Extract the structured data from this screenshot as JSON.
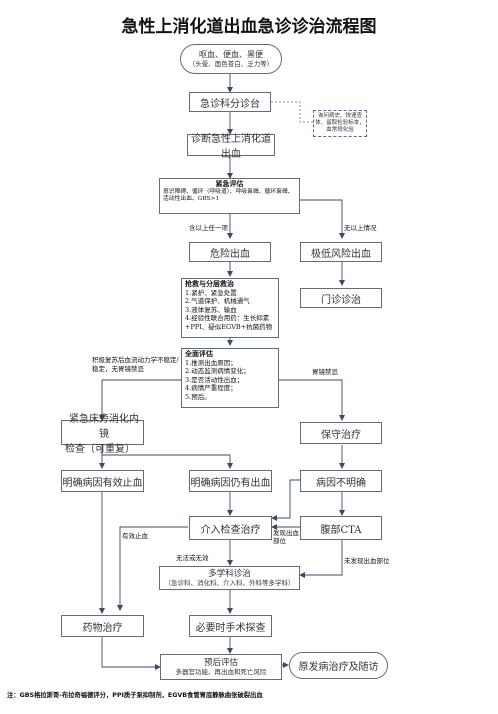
{
  "title": "急性上消化道出血急诊诊治流程图",
  "nodes": {
    "symptoms": {
      "line1": "呕血、便血、黑便",
      "line2": "（头晕、面色苍白、乏力等）"
    },
    "triage": "急诊科分诊台",
    "side_note": "询问病史、快速查体、留取检验标本，血常规化验",
    "diagnosis": "诊断急性上消化道出血",
    "urgent_eval": {
      "heading": "紧急评估",
      "text": "意识障碍、循环（呼吸道）、呼吸衰竭、循环衰竭、活动性出血、GBS>1"
    },
    "danger_bleed": "危险出血",
    "low_risk": "极低风险出血",
    "outpatient": "门诊诊治",
    "rescue": {
      "heading": "抢救与分层救治",
      "items": [
        "1.紧护、紧急处置",
        "2.气道保护、机械通气",
        "3.液体复苏、输血",
        "4.经验性联合用药：生长抑素",
        "+PPI、疑似EGVB+抗菌药物"
      ]
    },
    "full_eval": {
      "heading": "全面评估",
      "items": [
        "1.推测出血原因；",
        "2.动态监测病情变化；",
        "3.是否活动性出血；",
        "4.病情严重程度；",
        "5.预后。"
      ]
    },
    "endoscopy": {
      "line1": "紧急床旁消化内镜",
      "line2": "检查（可重复）"
    },
    "conservative": "保守治疗",
    "cause_stopped": "明确病因有效止血",
    "cause_bleeding": "明确病因仍有出血",
    "cause_unknown": "病因不明确",
    "interventional": "介入检查治疗",
    "cta": "腹部CTA",
    "mdt": {
      "line1": "多学科诊治",
      "line2": "（急诊科、消化科、介入科、外科等多学科）"
    },
    "drug": "药物治疗",
    "surgery": "必要时手术探查",
    "prognosis": {
      "line1": "预后评估",
      "line2": "多器官功能、再出血和死亡风险"
    },
    "primary_disease": "原发病治疗及随访"
  },
  "edge_labels": {
    "with_danger": "含以上任一项",
    "without": "无以上情况",
    "stable_after": "积极复苏后血流动力学不稳定/稳定，无胃镜禁忌",
    "contraindication": "胃镜禁忌",
    "effective_stop": "有效止血",
    "found_site": "发现出血部位",
    "no_effect": "无法或无效",
    "no_site": "未发现出血部位"
  },
  "footnote": "注：GBS格拉斯哥-布拉奇福德评分，PPI质子泵抑制剂，EGVB食管胃底静脉曲张破裂出血",
  "colors": {
    "border": "#5a6f80",
    "line": "#3b4a66",
    "dashed": "#4a6fb5"
  }
}
